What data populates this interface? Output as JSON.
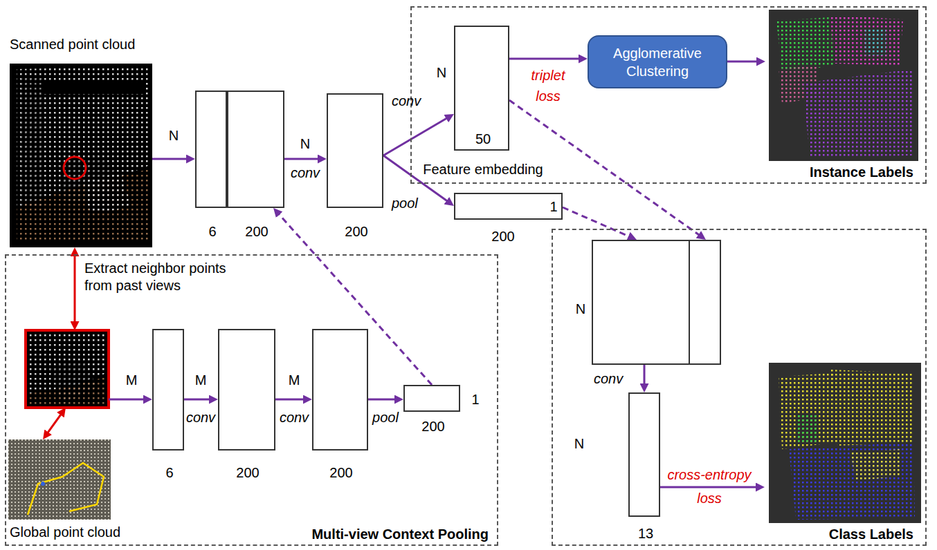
{
  "diagram": {
    "nodes": [
      {
        "text": [
          "Scanned point cloud"
        ]
      },
      {
        "text": [
          "6"
        ]
      },
      {
        "text": [
          "200"
        ]
      },
      {
        "text": [
          "200"
        ]
      },
      {
        "text": [
          "Instance Labels"
        ]
      },
      {
        "text": [
          "N",
          "50",
          "Feature embedding"
        ],
        "in": 4
      },
      {
        "text": [
          "Agglomerative Clustering"
        ],
        "in": 4
      },
      {
        "text": [
          "1",
          "200"
        ]
      },
      {
        "text": [
          "Class Labels"
        ]
      },
      {
        "text": [
          "N"
        ],
        "in": 8
      },
      {
        "text": [
          "N",
          "13"
        ],
        "in": 8
      },
      {
        "text": [
          "Multi-view Context Pooling"
        ]
      },
      {
        "text": [
          "Extract neighbor points from past views"
        ],
        "in": 11
      },
      {
        "text": [
          "Global point cloud"
        ],
        "in": 11
      },
      {
        "text": [
          "6"
        ],
        "in": 11
      },
      {
        "text": [
          "200"
        ],
        "in": 11
      },
      {
        "text": [
          "200"
        ],
        "in": 11
      },
      {
        "text": [
          "1",
          "200"
        ],
        "in": 11
      }
    ],
    "edges": [
      {
        "from": 0,
        "to": 1,
        "label": "N",
        "arrow": "to"
      },
      {
        "from": 2,
        "to": 3,
        "label": "conv",
        "arrow": "to"
      },
      {
        "from": 3,
        "to": 5,
        "label": "conv",
        "arrow": "to"
      },
      {
        "from": 3,
        "to": 7,
        "label": "pool",
        "arrow": "to"
      },
      {
        "from": 5,
        "to": 6,
        "label": "triplet loss",
        "arrow": "to"
      },
      {
        "from": 5,
        "to": 9,
        "arrow": "to"
      },
      {
        "from": 7,
        "to": 9,
        "arrow": "to"
      },
      {
        "from": 9,
        "to": 10,
        "label": "conv",
        "arrow": "to"
      },
      {
        "from": 0,
        "to": 12,
        "arrow": "both"
      },
      {
        "from": 12,
        "to": 13,
        "arrow": "both"
      },
      {
        "from": 12,
        "to": 14,
        "label": "M",
        "arrow": "to"
      },
      {
        "from": 14,
        "to": 15,
        "label": "conv",
        "arrow": "to"
      },
      {
        "from": 15,
        "to": 16,
        "label": "conv",
        "arrow": "to"
      },
      {
        "from": 16,
        "to": 17,
        "label": "pool",
        "arrow": "to"
      },
      {
        "from": 17,
        "to": 2,
        "arrow": "to"
      }
    ],
    "labels": [
      "N",
      "M",
      "M",
      "cross-entropy loss"
    ]
  }
}
